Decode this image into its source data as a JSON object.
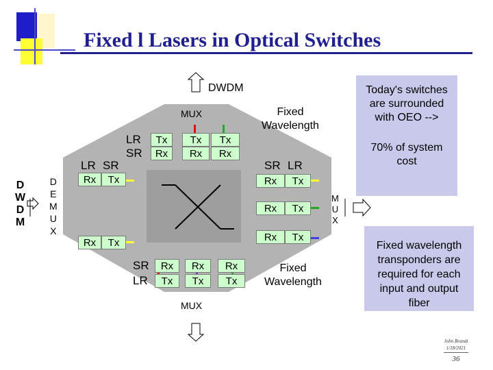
{
  "title": "Fixed l Lasers in Optical Switches",
  "dwdm": "DWDM",
  "mux_top": "MUX",
  "mux_bottom": "MUX",
  "fixed_wavelength_top": "Fixed Wavelength",
  "fixed_wavelength_bottom": "Fixed Wavelength",
  "demux_left": [
    "D",
    "W",
    "D",
    "M"
  ],
  "demux_inner": [
    "D",
    "E",
    "M",
    "U",
    "X"
  ],
  "mux_right": [
    "M",
    "U",
    "X"
  ],
  "lr": "LR",
  "sr": "SR",
  "tx": "Tx",
  "rx": "Rx",
  "note_top": "Today's switches are surrounded with OEO -->",
  "note_top2": "70% of system cost",
  "note_bottom": "Fixed wavelength transponders are required for each input and output fiber",
  "footer_name": "John Brandt",
  "footer_date": "1/18/2021",
  "page_number": "36",
  "colors": {
    "title": "#1f1f8f",
    "octagon": "#b3b3b3",
    "center": "#ccffcc",
    "note": "#c9c9ec",
    "red": "#e01010",
    "yellow": "#ffff33",
    "green": "#22aa22",
    "blue": "#4040e0",
    "purple": "#8030c0"
  }
}
